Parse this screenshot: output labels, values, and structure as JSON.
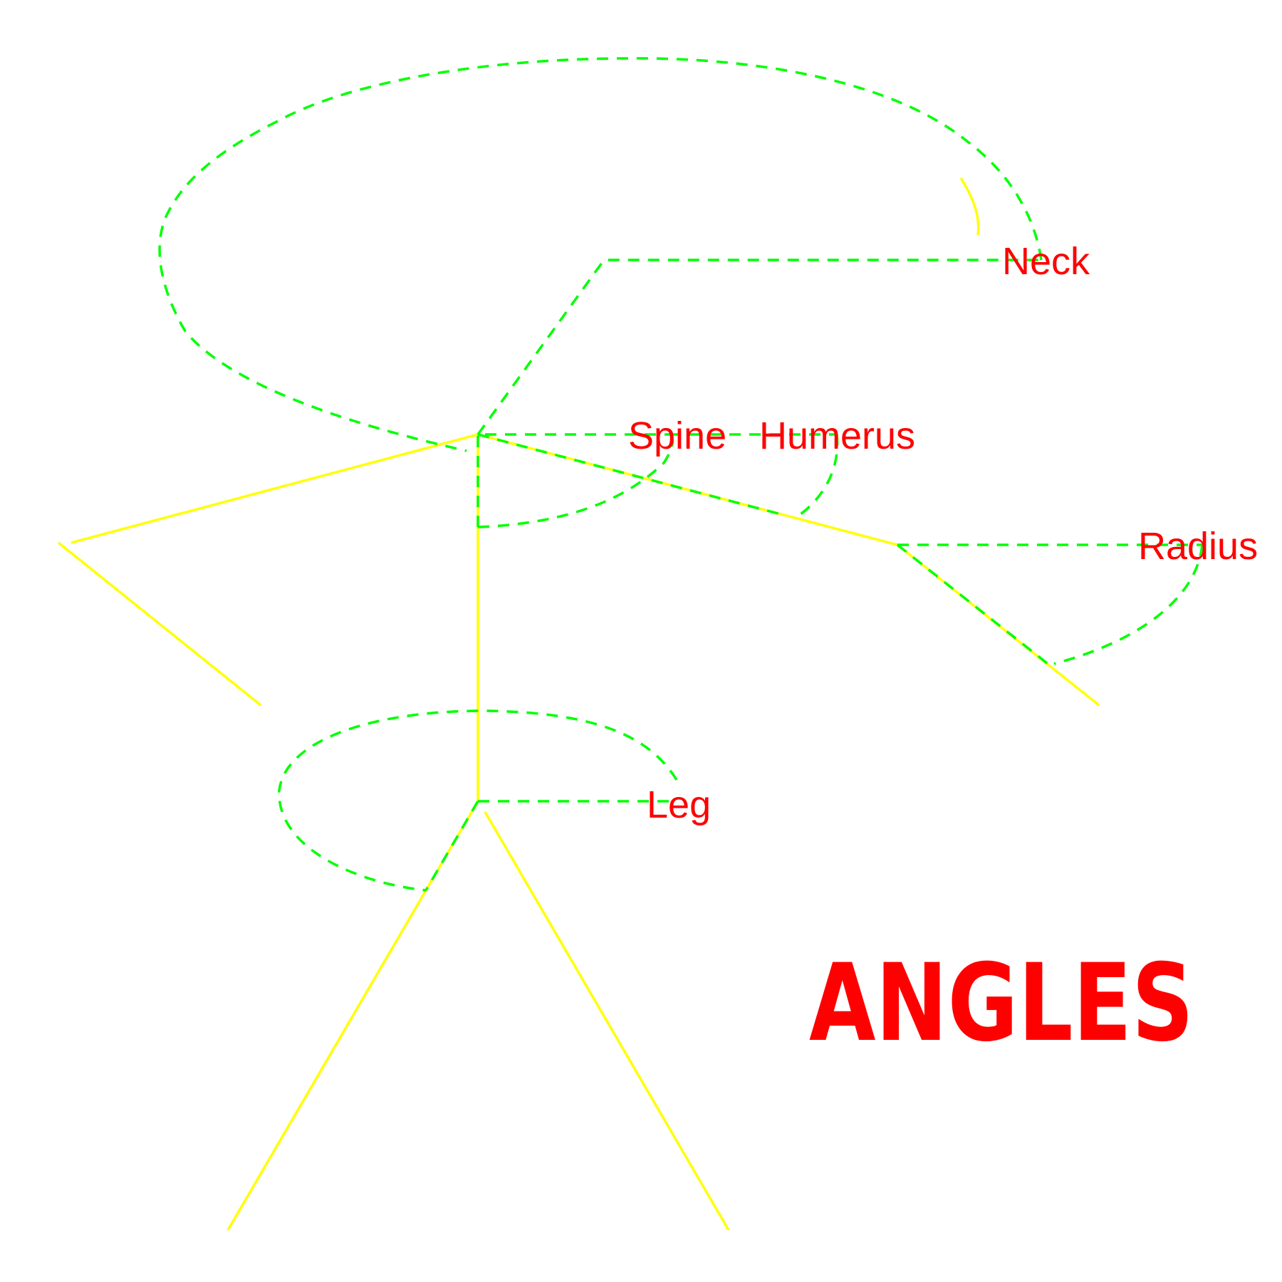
{
  "labels": {
    "neck": "Neck",
    "spine": "Spine",
    "humerus": "Humerus",
    "radius": "Radius",
    "leg": "Leg"
  },
  "title": "ANGLES",
  "colors": {
    "figure": "#ffff00",
    "angle_guides": "#00ff00",
    "text": "#ff0000",
    "background": "#ffffff"
  }
}
